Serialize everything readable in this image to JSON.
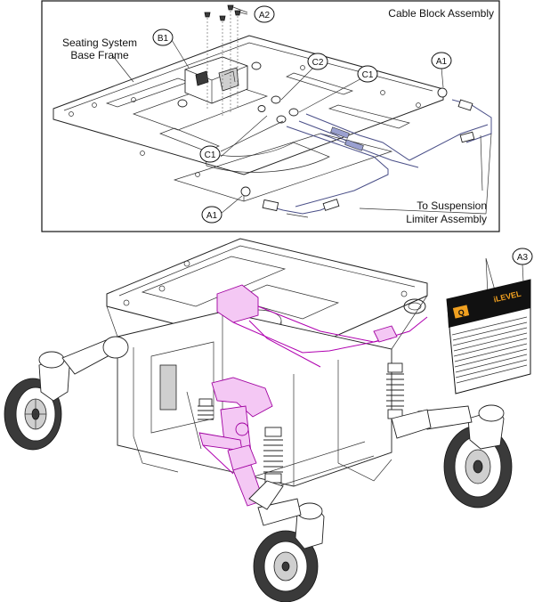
{
  "inset": {
    "title": "Cable Block Assembly",
    "frame_label_line1": "Seating System",
    "frame_label_line2": "Base Frame",
    "suspension_label_line1": "To Suspension",
    "suspension_label_line2": "Limiter Assembly"
  },
  "callouts": {
    "a2": "A2",
    "b1": "B1",
    "c2": "C2",
    "c1_right": "C1",
    "c1_left": "C1",
    "a1_right": "A1",
    "a1_bottom": "A1",
    "a3": "A3"
  },
  "decal": {
    "brand_mark": "Q",
    "logo": "iLEVEL"
  },
  "colors": {
    "highlight": "#b000b0",
    "cable": "#4a4f88",
    "decal_orange": "#f0a020"
  }
}
